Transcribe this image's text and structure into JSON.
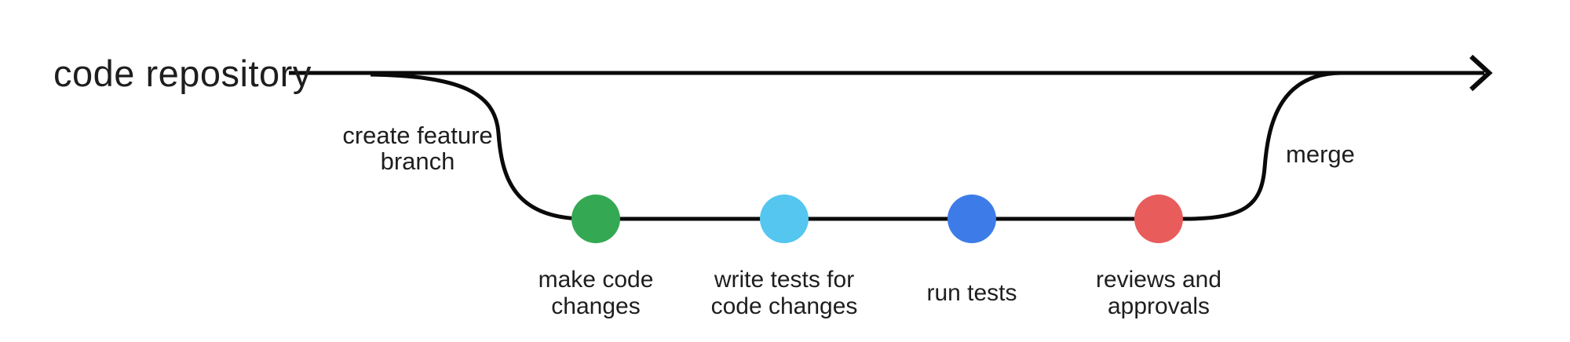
{
  "labels": {
    "repository": "code repository",
    "create_branch_line1": "create feature",
    "create_branch_line2": "branch",
    "merge": "merge"
  },
  "steps": [
    {
      "name": "make-code-changes",
      "label_line1": "make code",
      "label_line2": "changes",
      "color": "#34A853"
    },
    {
      "name": "write-tests",
      "label_line1": "write tests for",
      "label_line2": "code changes",
      "color": "#55C6EF"
    },
    {
      "name": "run-tests",
      "label_line1": "run tests",
      "label_line2": "",
      "color": "#3D7CE8"
    },
    {
      "name": "reviews-approvals",
      "label_line1": "reviews and",
      "label_line2": "approvals",
      "color": "#E85C5C"
    }
  ],
  "colors": {
    "line": "#0a0a0a",
    "text": "#1e1e1e"
  }
}
